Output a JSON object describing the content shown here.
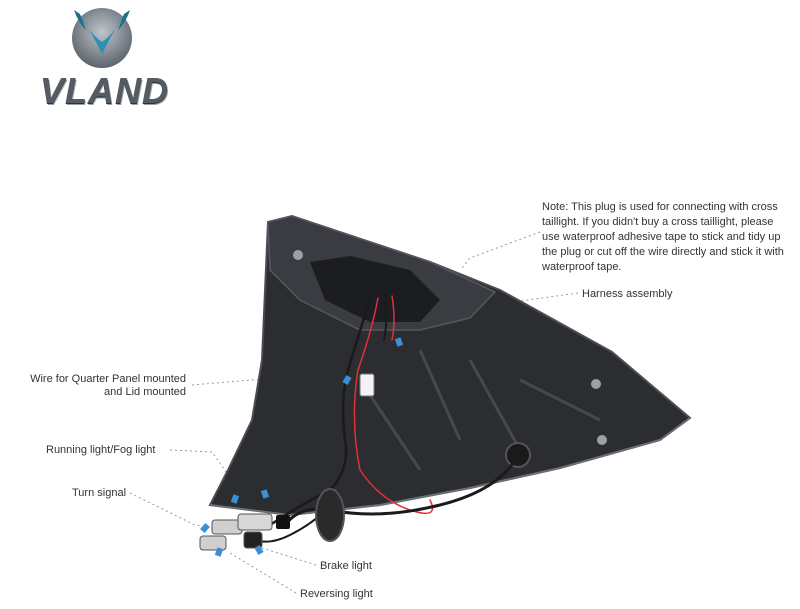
{
  "brand": {
    "logo_text": "VLAND"
  },
  "labels": {
    "note": "Note: This plug is used for connecting with cross taillight. If you didn't buy a cross taillight, please use waterproof adhesive tape to stick and tidy up the plug or cut off the wire directly and stick it with waterproof tape.",
    "harness": "Harness assembly",
    "wire_quarter_1": "Wire for Quarter  Panel mounted",
    "wire_quarter_2": "and Lid mounted",
    "running_fog": "Running light/Fog light",
    "turn_signal": "Turn signal",
    "brake": "Brake light",
    "reversing": "Reversing light"
  },
  "colors": {
    "housing": "#2b2d31",
    "housing_edge": "#4a4d53",
    "wire_red": "#e0303a",
    "wire_black": "#1a1a1a",
    "clip_blue": "#3a8fd6",
    "leader": "#9a9a9a",
    "logo_blue": "#2f8fb0",
    "logo_gray": "#555b63"
  }
}
